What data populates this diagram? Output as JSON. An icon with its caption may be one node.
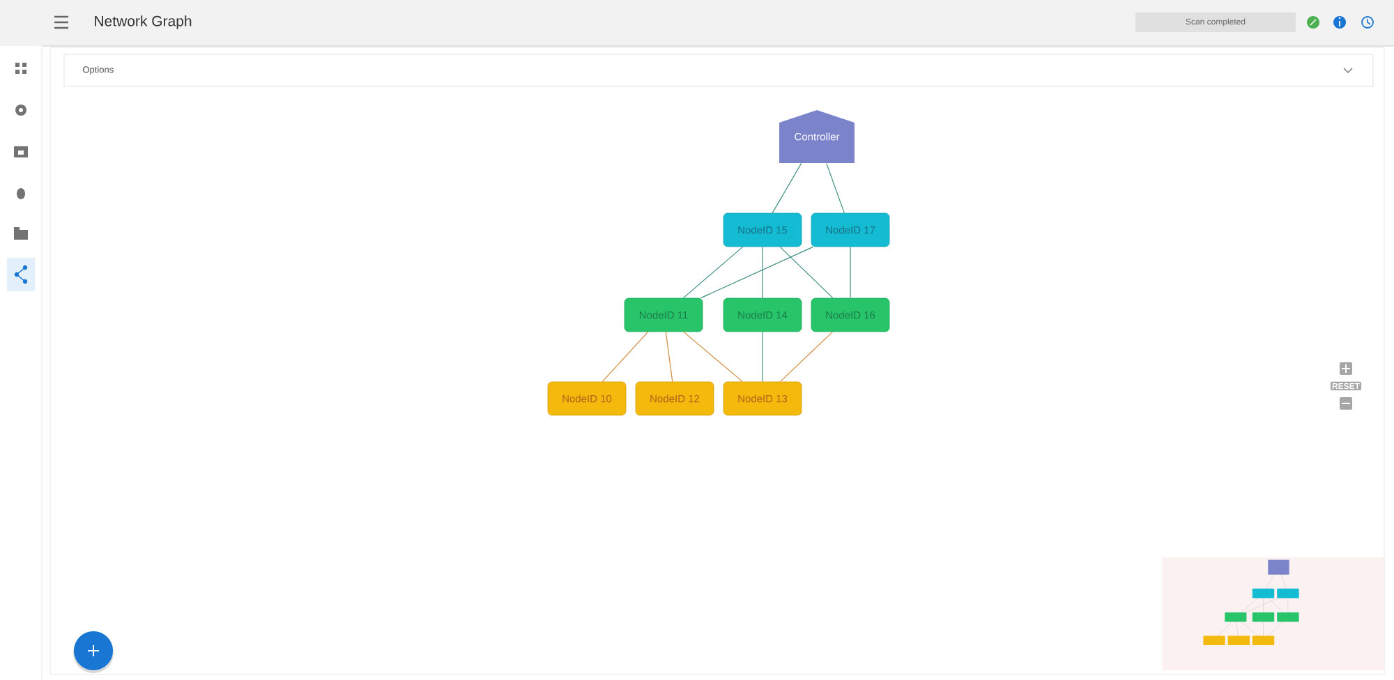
{
  "diagram": {
    "title": "Network Graph",
    "nodes": [
      {
        "text": [
          "Controller"
        ]
      },
      {
        "text": [
          "NodeID 15"
        ]
      },
      {
        "text": [
          "NodeID 17"
        ]
      },
      {
        "text": [
          "NodeID 11"
        ]
      },
      {
        "text": [
          "NodeID 14"
        ]
      },
      {
        "text": [
          "NodeID 16"
        ]
      },
      {
        "text": [
          "NodeID 10"
        ]
      },
      {
        "text": [
          "NodeID 12"
        ]
      },
      {
        "text": [
          "NodeID 13"
        ]
      }
    ],
    "edges": [
      {
        "from": 0,
        "to": 1,
        "arrow": "none"
      },
      {
        "from": 0,
        "to": 2,
        "arrow": "none"
      },
      {
        "from": 1,
        "to": 3,
        "arrow": "none"
      },
      {
        "from": 1,
        "to": 4,
        "arrow": "none"
      },
      {
        "from": 1,
        "to": 5,
        "arrow": "none"
      },
      {
        "from": 2,
        "to": 3,
        "arrow": "none"
      },
      {
        "from": 2,
        "to": 5,
        "arrow": "none"
      },
      {
        "from": 3,
        "to": 6,
        "arrow": "none",
        "color": "#d08a3c"
      },
      {
        "from": 3,
        "to": 7,
        "arrow": "none",
        "color": "#d08a3c"
      },
      {
        "from": 3,
        "to": 8,
        "arrow": "none",
        "color": "#d08a3c"
      },
      {
        "from": 4,
        "to": 8,
        "arrow": "none"
      },
      {
        "from": 5,
        "to": 8,
        "arrow": "none",
        "color": "#d08a3c"
      }
    ],
    "labels": [
      "Options",
      "Scan completed",
      "RESET"
    ]
  }
}
